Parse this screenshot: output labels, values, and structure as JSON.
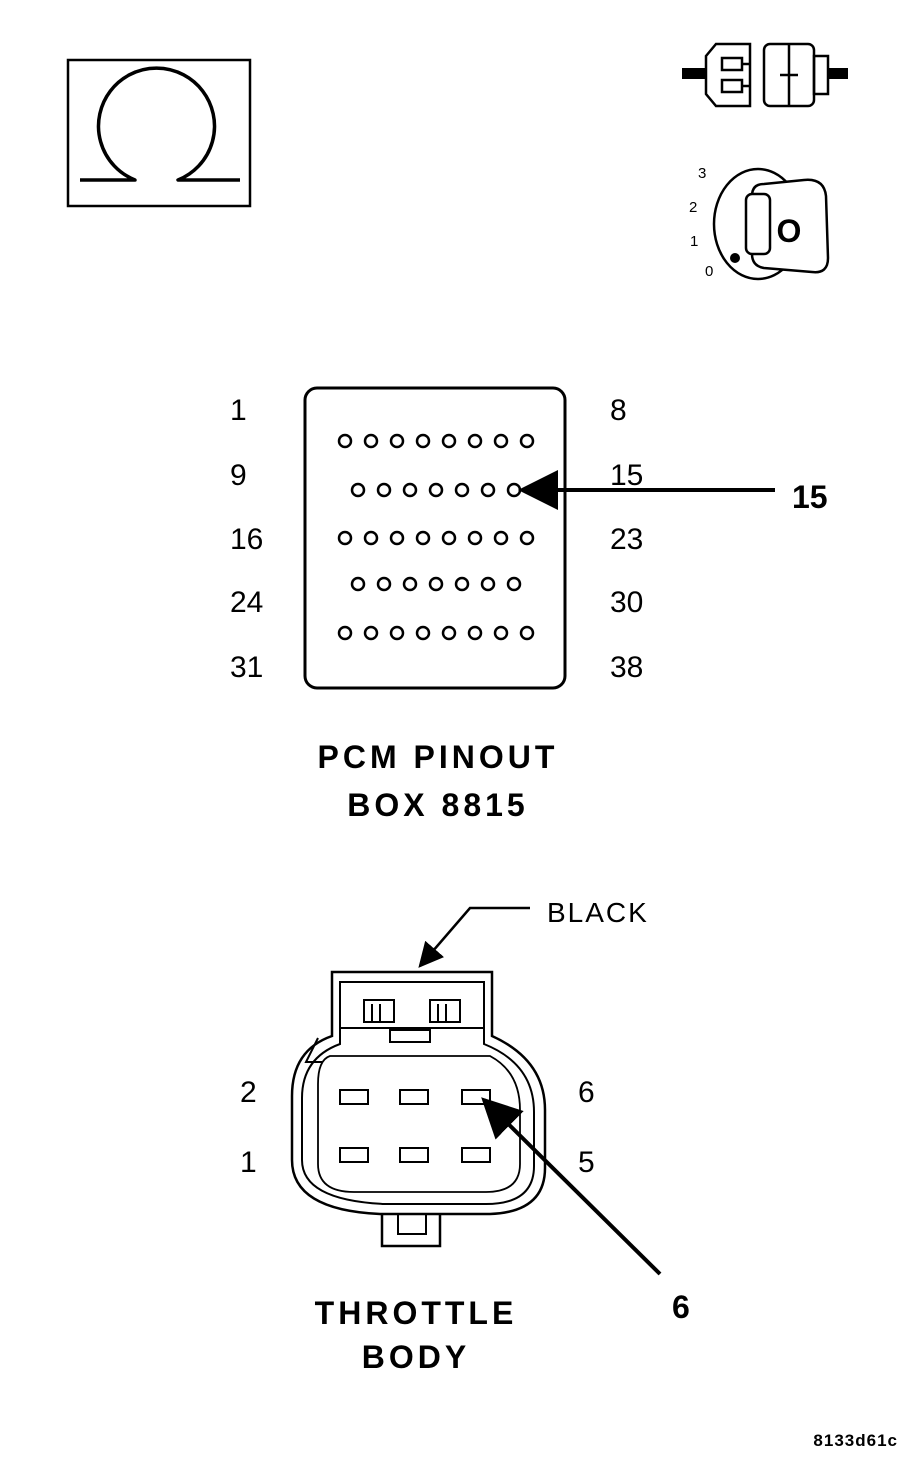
{
  "meter_symbol": {
    "icon": "ohm-icon"
  },
  "connector_icon": {
    "icon": "connector-disconnected-icon"
  },
  "ignition": {
    "icon": "ignition-key-icon",
    "positions": [
      "3",
      "2",
      "1",
      "0"
    ],
    "key_label": "O"
  },
  "pcm": {
    "title_line1": "PCM PINOUT",
    "title_line2": "BOX 8815",
    "left_labels": [
      "1",
      "9",
      "16",
      "24",
      "31"
    ],
    "right_labels": [
      "8",
      "15",
      "23",
      "30",
      "38"
    ],
    "row_pin_counts": [
      8,
      7,
      8,
      7,
      8
    ],
    "callout": "15",
    "callout_row": 1,
    "callout_pin": 7
  },
  "throttle": {
    "title_line1": "THROTTLE",
    "title_line2": "BODY",
    "color_label": "BLACK",
    "left_labels": [
      "2",
      "1"
    ],
    "right_labels": [
      "6",
      "5"
    ],
    "callout": "6"
  },
  "figure_code": "8133d61c"
}
